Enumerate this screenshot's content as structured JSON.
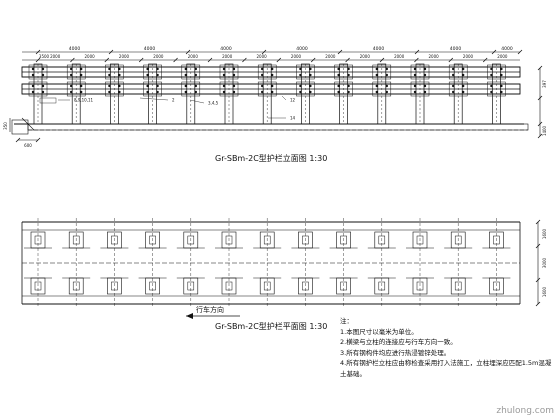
{
  "elevation": {
    "title": "Gr-SBm-2C型护栏立面图  1:30",
    "top_dims": [
      "4000",
      "4000",
      "4000",
      "4000",
      "4000",
      "4000",
      "4000"
    ],
    "sub_dims": [
      "2000",
      "2000",
      "2000",
      "2000",
      "2000",
      "2000",
      "2000",
      "2000",
      "2000",
      "2000",
      "2000",
      "2000",
      "2000",
      "2000"
    ],
    "left_dim": "3500",
    "bottom_left_dim": "600",
    "right_dims": [
      "397",
      "1400"
    ],
    "left_side_dims": [
      "350",
      "600"
    ],
    "callouts": [
      "8,9,10,11",
      "2",
      "3,4,5",
      "12",
      "14"
    ]
  },
  "plan": {
    "title": "Gr-SBm-2C型护栏平面图  1:30",
    "direction_label": "行车方向",
    "right_dims": [
      "1600",
      "3000",
      "1600"
    ]
  },
  "notes": {
    "heading": "注：",
    "items": [
      "1.本图尺寸以毫米为单位。",
      "2.横梁与立柱的连接应与行车方向一致。",
      "3.所有钢构件均应进行热浸镀锌处理。",
      "4.所有钢护栏立柱应由称检查采用打入法施工，立柱埋深应匹配1.5m混凝土基础。"
    ]
  },
  "watermark": "zhulong.com"
}
